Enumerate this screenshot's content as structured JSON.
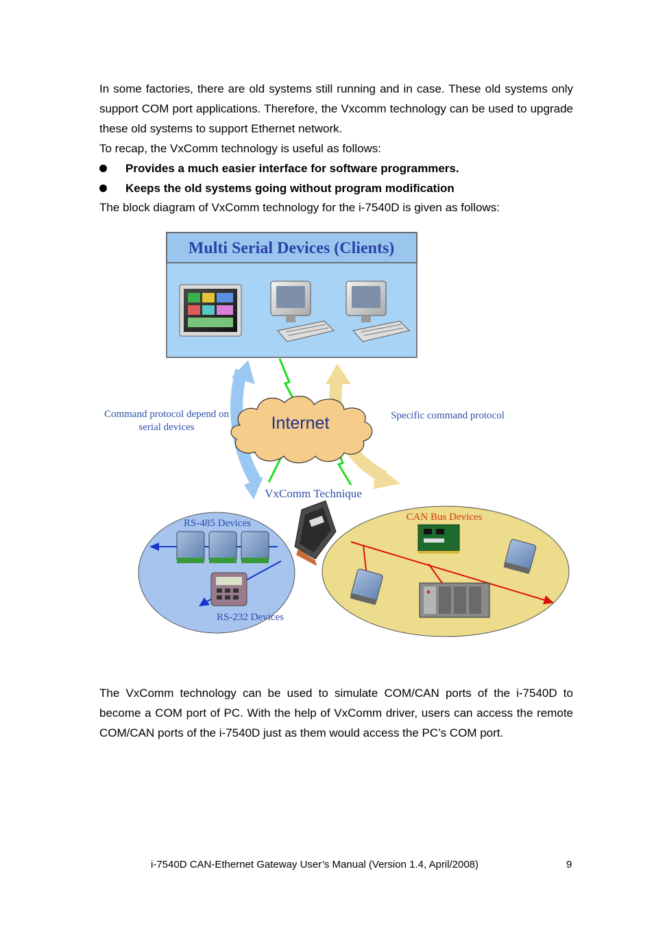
{
  "intro": {
    "paragraph1": "In some factories, there are old systems still running and in case. These old systems only support COM port applications. Therefore, the Vxcomm technology can be used to upgrade these old systems to support Ethernet network.",
    "recap": "To recap, the VxComm technology is useful as follows:",
    "bullets": [
      "Provides a much easier interface for software programmers.",
      "Keeps the old systems going without program modification"
    ],
    "diagram_intro": "The block diagram of VxComm technology for the i-7540D is given as follows:"
  },
  "diagram": {
    "clients_title": "Multi Serial Devices (Clients)",
    "internet_label": "Internet",
    "left_caption_line1": "Command protocol depend on",
    "left_caption_line2": "serial devices",
    "right_caption": "Specific command protocol",
    "technique_label": "VxComm Technique",
    "rs485_label": "RS-485 Devices",
    "rs232_label": "RS-232 Devices",
    "canbus_label": "CAN Bus Devices",
    "colors": {
      "clients_box": "#a9d3f5",
      "internet_cloud": "#f6cc8a",
      "left_ellipse": "#a6c4ee",
      "right_ellipse": "#ecdc8c",
      "can_line": "#e01010",
      "rs_arrow": "#1536c8"
    },
    "icons": [
      "hmi-panel-icon",
      "computer-icon",
      "computer-icon",
      "gateway-device-icon",
      "io-module-icon",
      "can-card-icon",
      "rack-plc-icon",
      "keypad-terminal-icon"
    ]
  },
  "outro": {
    "paragraph": "The VxComm technology can be used to simulate COM/CAN ports of the i-7540D to become a COM port of PC. With the help of VxComm driver, users can access the remote COM/CAN ports of the i-7540D just as them would access the PC’s COM port."
  },
  "footer": {
    "text": "i-7540D CAN-Ethernet Gateway User’s Manual (Version 1.4, April/2008)",
    "page_number": "9"
  }
}
